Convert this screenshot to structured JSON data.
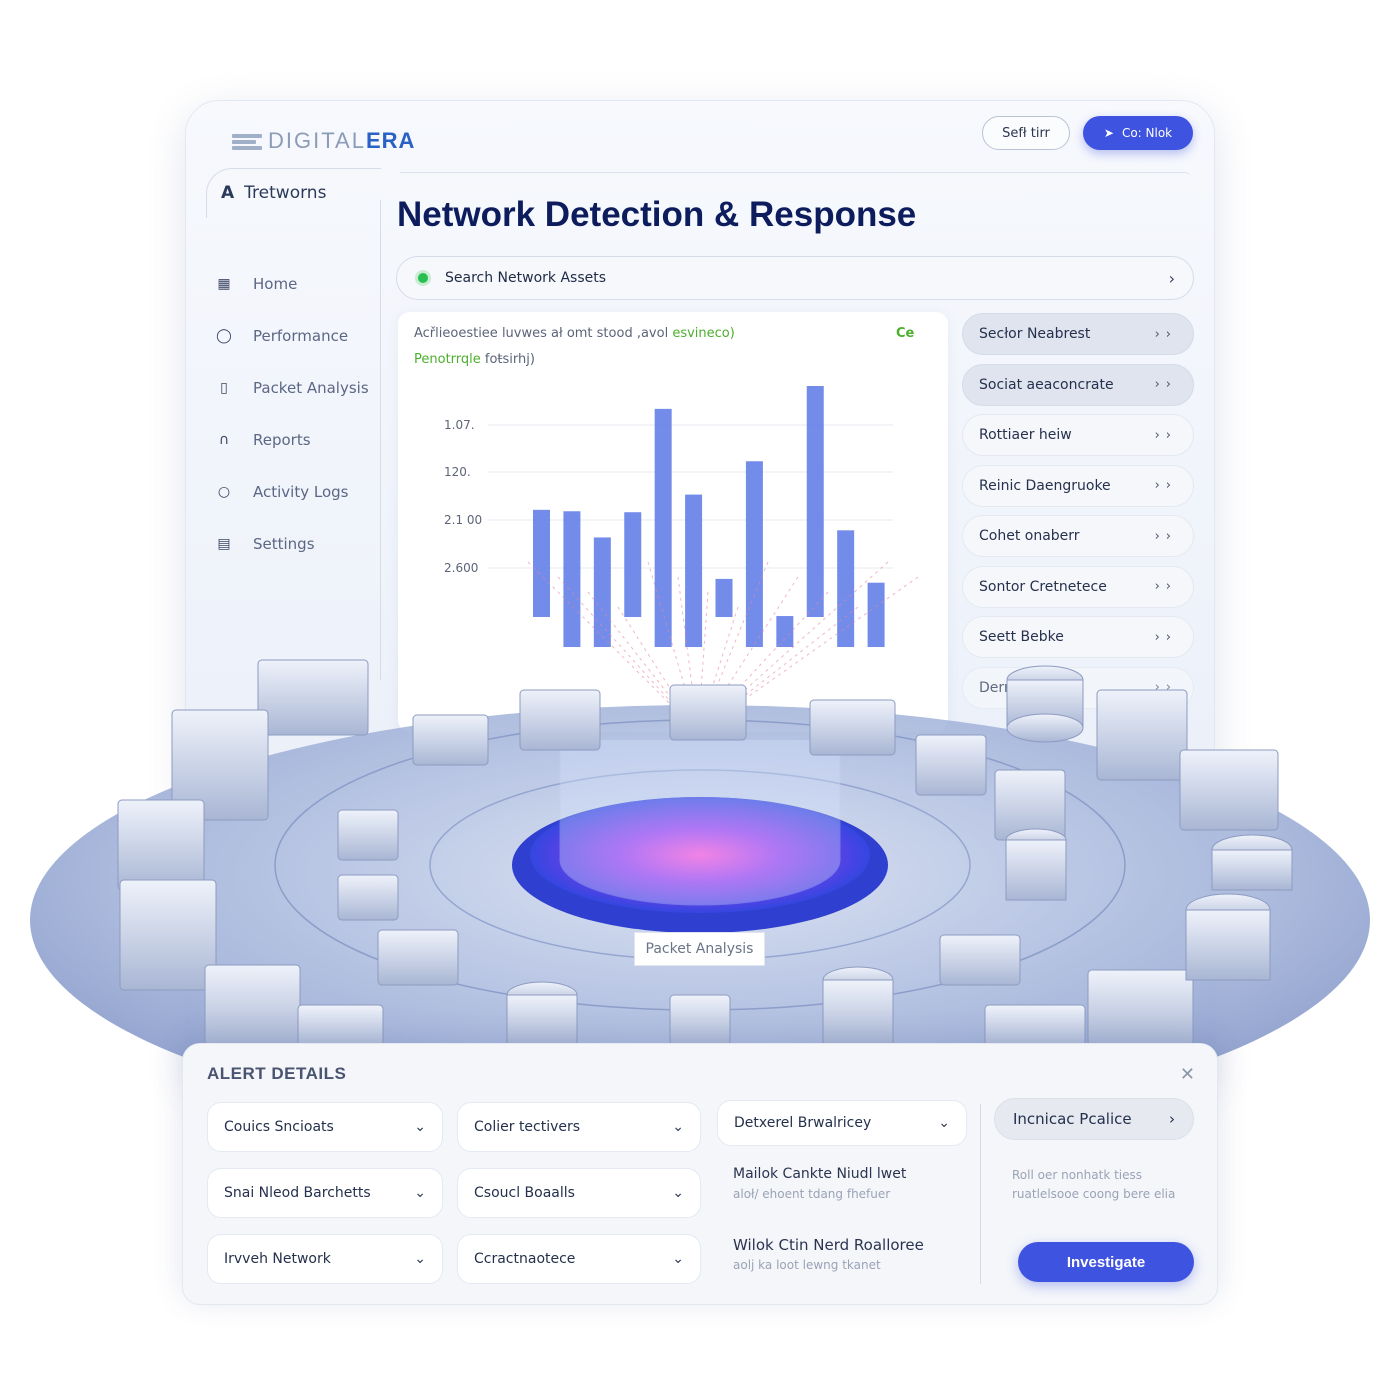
{
  "brand": {
    "logo_light": "DIGITAL",
    "logo_bold": "ERA"
  },
  "header": {
    "left_pill": "Sefł tirr",
    "right_pill": "Co: Nlok"
  },
  "sidebar": {
    "head_label": "Tretworns",
    "items": [
      {
        "label": "Home",
        "icon": "dashboard-icon"
      },
      {
        "label": "Performance",
        "icon": "gauge-icon"
      },
      {
        "label": "Packet Analysis",
        "icon": "packet-icon"
      },
      {
        "label": "Reports",
        "icon": "report-icon"
      },
      {
        "label": "Activity Logs",
        "icon": "activity-icon"
      },
      {
        "label": "Settings",
        "icon": "settings-icon"
      }
    ]
  },
  "main": {
    "title": "Network Detection & Response",
    "search_placeholder": "Search Network Assets"
  },
  "chart_data": {
    "type": "bar",
    "title": "Acřlieoestiee luvwes ał omt stood ,avol",
    "title_accent": "esvineco)",
    "subtitle_accent": "Penotrrqle",
    "subtitle": "foŧsirhj)",
    "corner_label": "Ce",
    "yticks": [
      "1.07.",
      "120.",
      "2.1 00",
      "2.600"
    ],
    "values": [
      0.45,
      0.57,
      0.46,
      0.44,
      1.0,
      0.64,
      0.16,
      0.78,
      0.13,
      0.97,
      0.49,
      0.27
    ],
    "ylim": [
      0,
      1
    ],
    "grid": true,
    "color": "#5b78e6"
  },
  "right_list": [
    {
      "label": "Secłor Neabrest",
      "active": true
    },
    {
      "label": "Sociat aeaconcrate",
      "active": true
    },
    {
      "label": "Rottiaer heiw",
      "active": false
    },
    {
      "label": "Reinic Daengruoke",
      "active": false
    },
    {
      "label": "Cohet onaberr",
      "active": false
    },
    {
      "label": "Sontor Cretnetece",
      "active": false
    },
    {
      "label": "Seett Bebke",
      "active": false
    },
    {
      "label": "Derr",
      "active": false
    }
  ],
  "scene": {
    "center_label": "Packet Analysis",
    "accent": "#4b5ef0"
  },
  "alert": {
    "title": "ALERT DETAILS",
    "dropdowns": [
      {
        "label": "Couics Sncioats",
        "grey": false
      },
      {
        "label": "Colier tectivers",
        "grey": true
      },
      {
        "label": "Detxerel Brwalricey",
        "grey": false
      },
      {
        "label": "Snai Nleod Barchetts",
        "grey": false
      },
      {
        "label": "Csoucl Boaalls",
        "grey": true
      },
      {
        "label": "Irvveh Network",
        "grey": true
      },
      {
        "label": "Ccractnaotece",
        "grey": false
      }
    ],
    "details": [
      {
        "title": "Mailok Cankte Niudl lwet",
        "sub": "aloł/ ehoent tdang fhefuer"
      },
      {
        "title": "Wilok Ctin Nerd Roalloree",
        "sub": "aolj ka loot lewng tkanet"
      }
    ],
    "incident": {
      "label": "Incnicac Pcalice",
      "desc": "Roll oer nonhatk tiess ruatlelsooe coong bere elia",
      "button": "Investigate"
    }
  }
}
